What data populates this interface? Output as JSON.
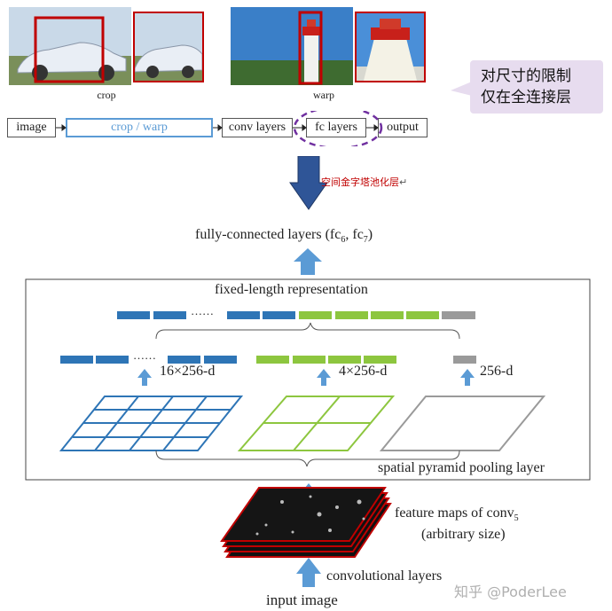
{
  "top": {
    "crop_caption": "crop",
    "warp_caption": "warp",
    "pipeline": {
      "image": "image",
      "crop_warp": "crop / warp",
      "conv": "conv layers",
      "fc": "fc layers",
      "output": "output"
    },
    "note_line1": "对尺寸的限制",
    "note_line2": "仅在全连接层",
    "arrow_caption": "空间金字塔池化层",
    "arrow_caption_mark": "↵"
  },
  "spp": {
    "fc_title": "fully-connected layers (fc",
    "fc_sub6": "6",
    "fc_mid": ", fc",
    "fc_sub7": "7",
    "fc_end": ")",
    "fixed_length": "fixed-length representation",
    "dots": "……",
    "label_16": "16×256-d",
    "label_4": "4×256-d",
    "label_1": "256-d",
    "spp_layer": "spatial pyramid pooling layer",
    "feature_maps": "feature maps of conv",
    "feature_sub": "5",
    "arbitrary": "(arbitrary size)",
    "conv_layers": "convolutional layers",
    "input_image": "input image"
  },
  "watermark": "知乎 @PoderLee",
  "colors": {
    "blue": "#2e75b6",
    "green": "#8dc63f",
    "gray": "#9a9a9a",
    "red": "#c00000",
    "purple": "#7030a0",
    "arrow": "#5b9bd5",
    "big_arrow": "#2f5597"
  }
}
